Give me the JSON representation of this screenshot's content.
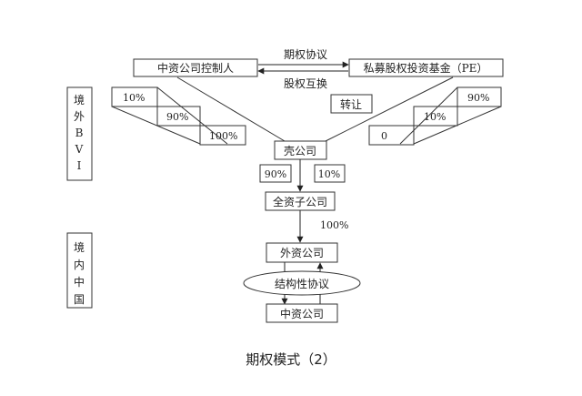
{
  "nodes": {
    "controller": "中资公司控制人",
    "pe_fund": "私募股权投资基金（PE）",
    "shell": "壳公司",
    "wfoe": "全资子公司",
    "foreign_co": "外资公司",
    "vie_agreement": "结构性协议",
    "domestic_co": "中资公司"
  },
  "edge_labels": {
    "option_agreement": "期权协议",
    "equity_swap": "股权互换",
    "transfer": "转让",
    "ctrl_pct_1": "10%",
    "ctrl_pct_2": "90%",
    "ctrl_pct_3": "100%",
    "pe_pct_1": "90%",
    "pe_pct_2": "10%",
    "pe_pct_3": "0",
    "shell_pct_left": "90%",
    "shell_pct_right": "10%",
    "wfoe_pct": "100%"
  },
  "regions": {
    "offshore": [
      "境",
      "外",
      "B",
      "V",
      "I"
    ],
    "onshore": [
      "境",
      "内",
      "中",
      "国"
    ]
  },
  "caption": "期权模式（2）"
}
